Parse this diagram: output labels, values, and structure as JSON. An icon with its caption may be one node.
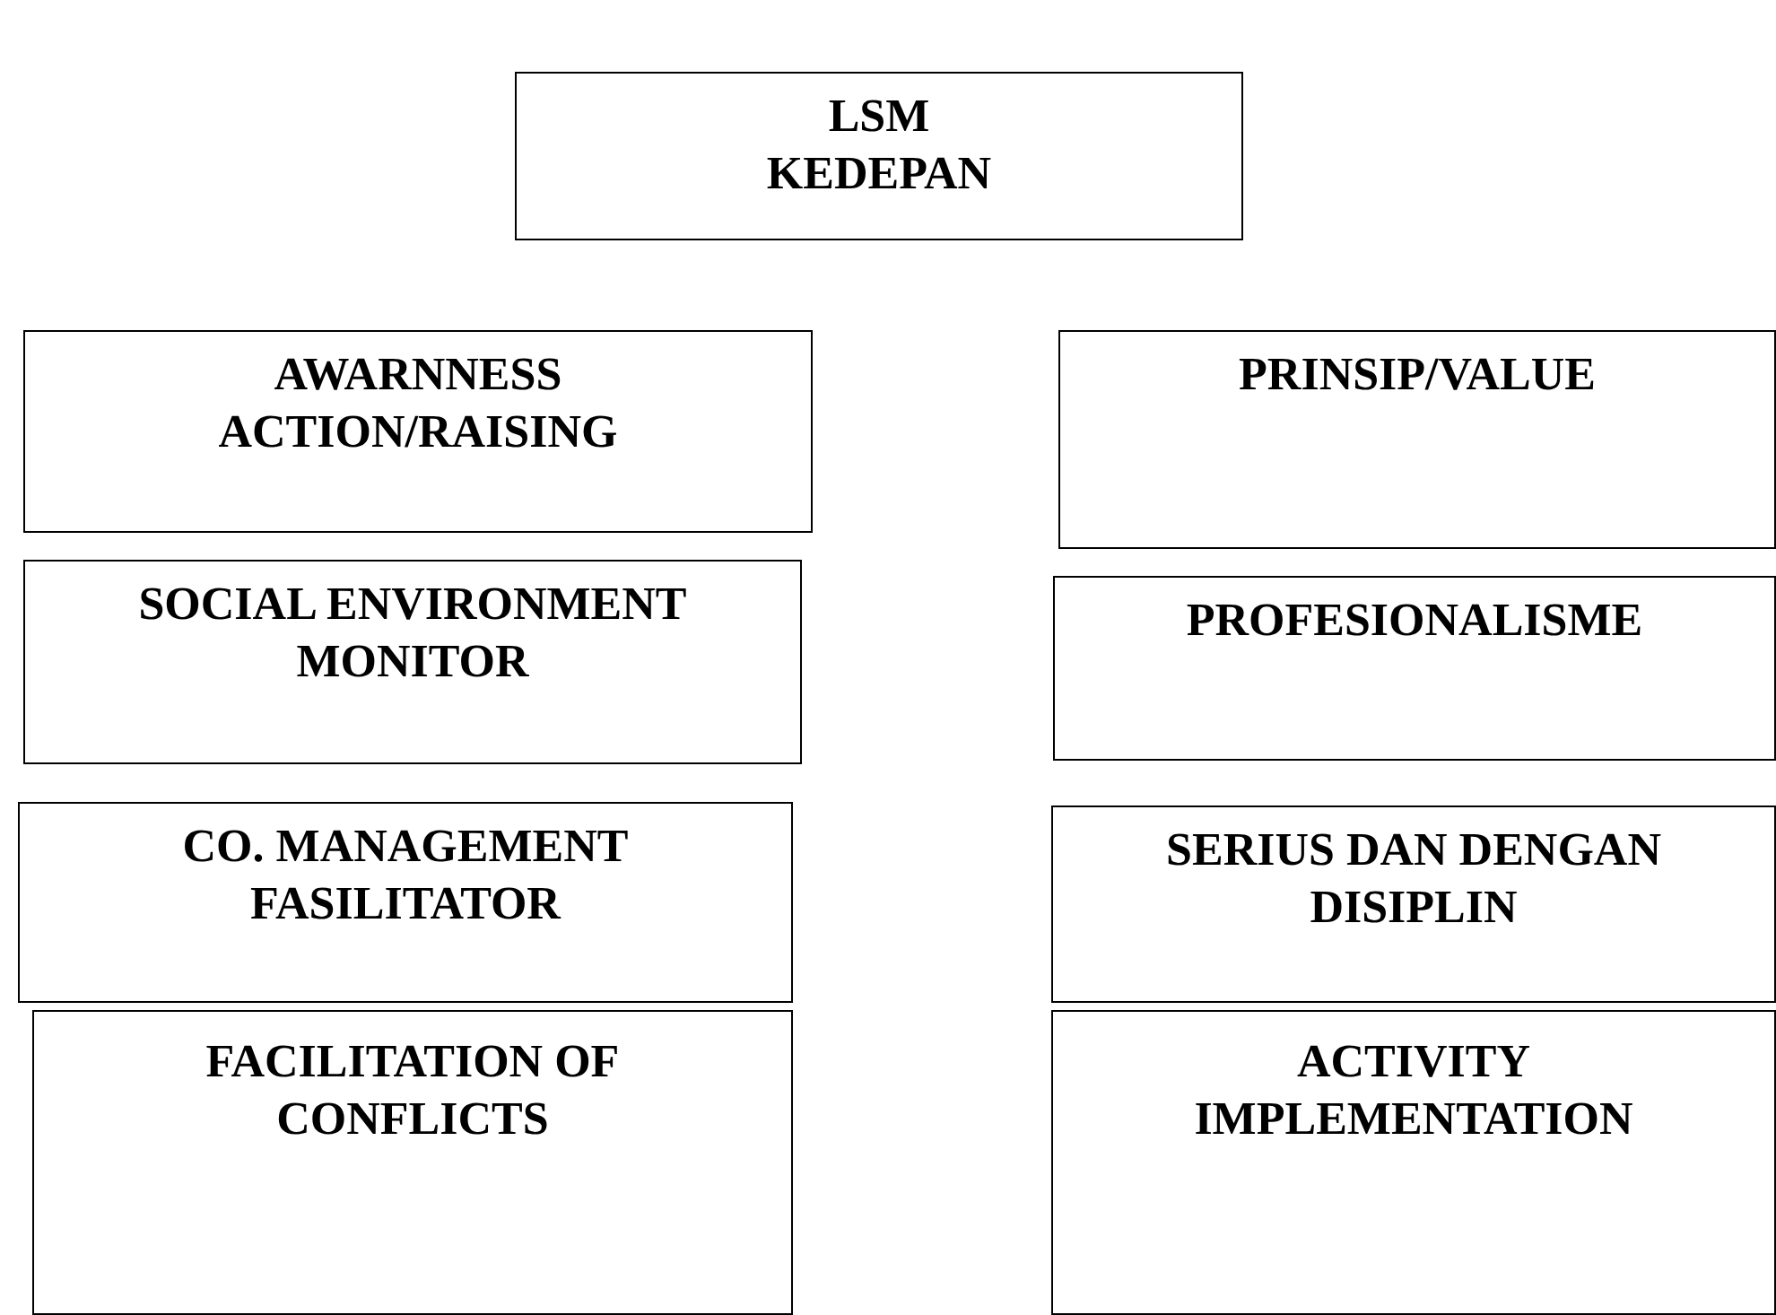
{
  "diagram": {
    "nodes": [
      {
        "text": [
          "LSM KEDEPAN"
        ]
      },
      {
        "text": [
          "AWARNNESS ACTION/RAISING"
        ]
      },
      {
        "text": [
          "PRINSIP/VALUE"
        ]
      },
      {
        "text": [
          "SOCIAL ENVIRONMENT MONITOR"
        ]
      },
      {
        "text": [
          "PROFESIONALISME"
        ]
      },
      {
        "text": [
          "CO. MANAGEMENT FASILITATOR"
        ]
      },
      {
        "text": [
          "SERIUS DAN DENGAN DISIPLIN"
        ]
      },
      {
        "text": [
          "FACILITATION OF CONFLICTS"
        ]
      },
      {
        "text": [
          "ACTIVITY IMPLEMENTATION"
        ]
      }
    ]
  }
}
